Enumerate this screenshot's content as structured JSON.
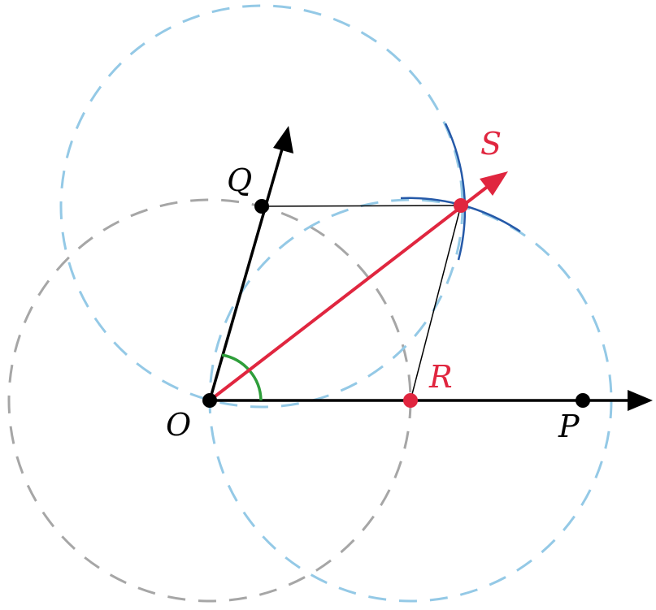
{
  "labels": {
    "O": "O",
    "P": "P",
    "Q": "Q",
    "R": "R",
    "S": "S"
  },
  "colors": {
    "black": "#000000",
    "red": "#e0263f",
    "green": "#2e9e3a",
    "dark_blue": "#2559a8",
    "light_blue_dashed": "#94c9e6",
    "gray_dashed": "#a6a6a6",
    "white": "#ffffff"
  }
}
